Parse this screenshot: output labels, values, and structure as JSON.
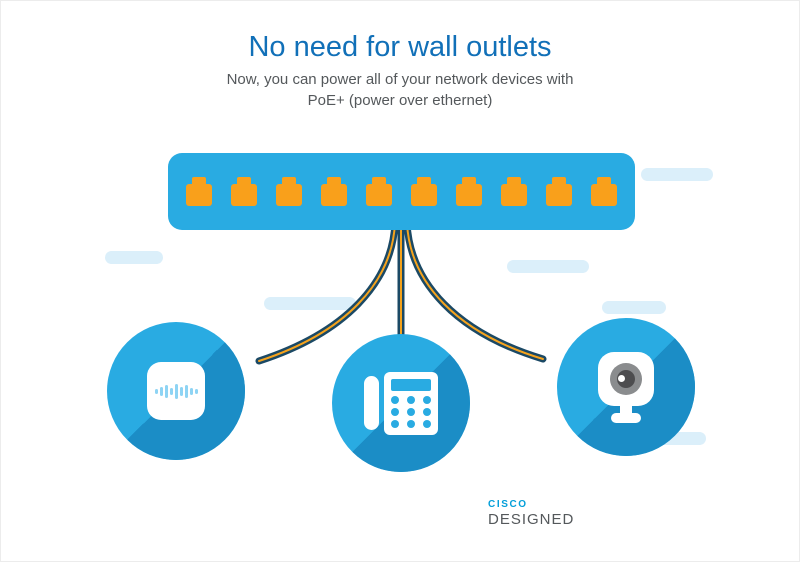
{
  "header": {
    "title": "No need for wall outlets",
    "subtitle_line1": "Now, you can power all of your network devices with",
    "subtitle_line2": "PoE+ (power over ethernet)"
  },
  "switch": {
    "port_count": 10,
    "port_icon": "ethernet-port-icon"
  },
  "devices": [
    {
      "icon": "access-point-icon"
    },
    {
      "icon": "ip-phone-icon"
    },
    {
      "icon": "security-camera-icon"
    }
  ],
  "logo": {
    "brand": "CISCO",
    "product": "DESIGNED"
  },
  "colors": {
    "primary_blue": "#29abe2",
    "shadow_blue": "#1b8dc6",
    "port_orange": "#f9a01b",
    "cable_navy": "#1b4965",
    "cable_stripe": "#f5a31d",
    "title_blue": "#1170b8",
    "text_gray": "#54585b",
    "pill_blue": "#dbeffa",
    "logo_blue": "#049fd9",
    "waveform_blue": "#8ed4f4",
    "lens_gray": "#8a8c8e",
    "lens_dark": "#4d4d4f"
  }
}
